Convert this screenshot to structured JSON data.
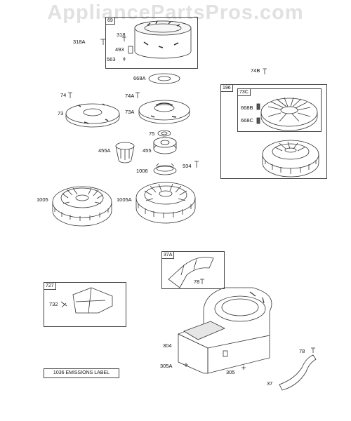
{
  "watermark": "AppliancePartsPros.com",
  "callouts": {
    "c318A": "318A",
    "c318": "318",
    "c493": "493",
    "c563": "563",
    "c69": "69",
    "c668A": "668A",
    "c74B": "74B",
    "c196": "196",
    "c73C": "73C",
    "c668B": "668B",
    "c668C": "668C",
    "c74": "74",
    "c74A": "74A",
    "c73": "73",
    "c73A": "73A",
    "c75": "75",
    "c455A": "455A",
    "c455": "455",
    "c1006": "1006",
    "c934": "934",
    "c1005": "1005",
    "c1005A": "1005A",
    "c37A": "37A",
    "c78a": "78",
    "c727": "727",
    "c732": "732",
    "c304": "304",
    "c305A": "305A",
    "c305": "305",
    "c78b": "78",
    "c37": "37"
  },
  "emissions_label": "1036 EMISSIONS LABEL"
}
